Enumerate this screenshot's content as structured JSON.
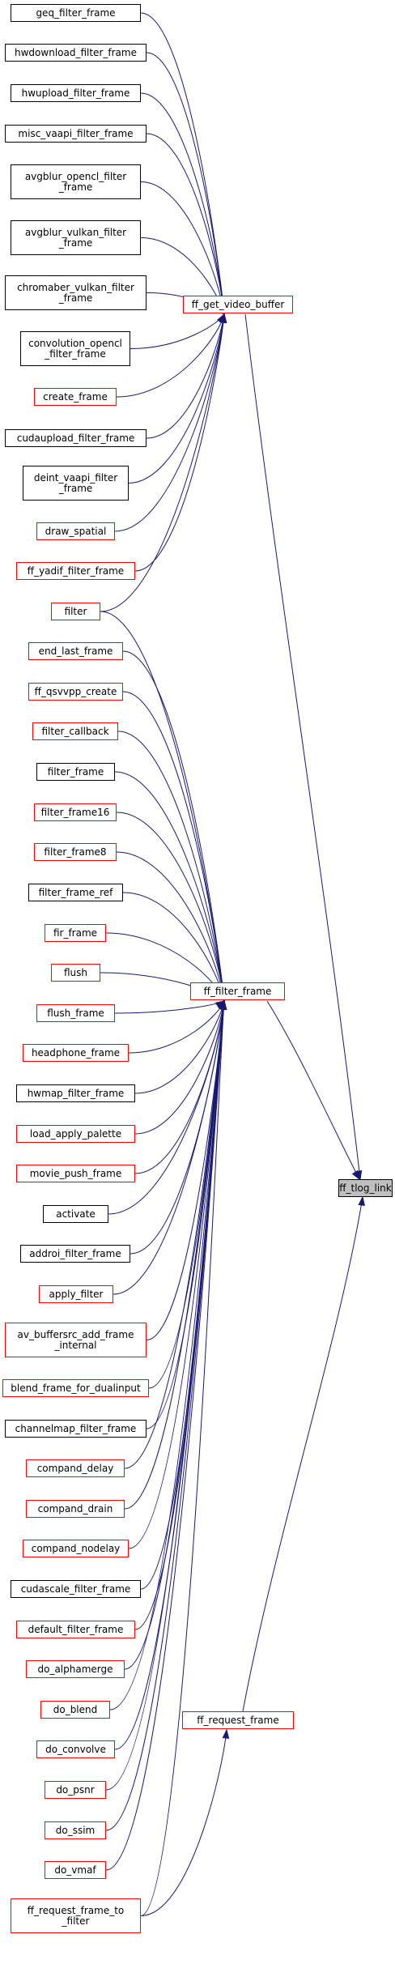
{
  "graph": {
    "edge_color": "#191970",
    "link_border_color": "#ff0000",
    "plain_border_color": "#000000",
    "focus_fill": "#bfbfbf",
    "focus": {
      "id": "tlog",
      "label": "ff_tlog_link"
    },
    "hubs": [
      {
        "id": "gvb",
        "label": "ff_get_video_buffer",
        "link": true
      },
      {
        "id": "fff",
        "label": "ff_filter_frame",
        "link": true
      },
      {
        "id": "rf",
        "label": "ff_request_frame",
        "link": true
      }
    ],
    "callers": [
      {
        "id": "c01",
        "lines": [
          "geq_filter_frame"
        ],
        "link": false,
        "calls": [
          "gvb"
        ]
      },
      {
        "id": "c02",
        "lines": [
          "hwdownload_filter_frame"
        ],
        "link": false,
        "calls": [
          "gvb"
        ]
      },
      {
        "id": "c03",
        "lines": [
          "hwupload_filter_frame"
        ],
        "link": false,
        "calls": [
          "gvb"
        ]
      },
      {
        "id": "c04",
        "lines": [
          "misc_vaapi_filter_frame"
        ],
        "link": false,
        "calls": [
          "gvb"
        ]
      },
      {
        "id": "c05",
        "lines": [
          "avgblur_opencl_filter",
          "_frame"
        ],
        "link": false,
        "calls": [
          "gvb"
        ]
      },
      {
        "id": "c06",
        "lines": [
          "avgblur_vulkan_filter",
          "_frame"
        ],
        "link": false,
        "calls": [
          "gvb"
        ]
      },
      {
        "id": "c07",
        "lines": [
          "chromaber_vulkan_filter",
          "_frame"
        ],
        "link": false,
        "calls": [
          "gvb"
        ]
      },
      {
        "id": "c08",
        "lines": [
          "convolution_opencl",
          "_filter_frame"
        ],
        "link": false,
        "calls": [
          "gvb"
        ]
      },
      {
        "id": "c09",
        "lines": [
          "create_frame"
        ],
        "link": true,
        "calls": [
          "gvb"
        ]
      },
      {
        "id": "c10",
        "lines": [
          "cudaupload_filter_frame"
        ],
        "link": false,
        "calls": [
          "gvb"
        ]
      },
      {
        "id": "c11",
        "lines": [
          "deint_vaapi_filter",
          "_frame"
        ],
        "link": false,
        "calls": [
          "gvb"
        ]
      },
      {
        "id": "c12",
        "lines": [
          "draw_spatial"
        ],
        "link": true,
        "calls": [
          "gvb"
        ]
      },
      {
        "id": "c13",
        "lines": [
          "ff_yadif_filter_frame"
        ],
        "link": true,
        "calls": [
          "gvb"
        ]
      },
      {
        "id": "c14",
        "lines": [
          "filter"
        ],
        "link": true,
        "calls": [
          "gvb",
          "fff"
        ]
      },
      {
        "id": "c15",
        "lines": [
          "end_last_frame"
        ],
        "link": true,
        "calls": [
          "fff"
        ]
      },
      {
        "id": "c16",
        "lines": [
          "ff_qsvvpp_create"
        ],
        "link": true,
        "calls": [
          "fff"
        ]
      },
      {
        "id": "c17",
        "lines": [
          "filter_callback"
        ],
        "link": true,
        "calls": [
          "fff"
        ]
      },
      {
        "id": "c18",
        "lines": [
          "filter_frame"
        ],
        "link": false,
        "calls": [
          "fff"
        ]
      },
      {
        "id": "c19",
        "lines": [
          "filter_frame16"
        ],
        "link": true,
        "calls": [
          "fff"
        ]
      },
      {
        "id": "c20",
        "lines": [
          "filter_frame8"
        ],
        "link": true,
        "calls": [
          "fff"
        ]
      },
      {
        "id": "c21",
        "lines": [
          "filter_frame_ref"
        ],
        "link": false,
        "calls": [
          "fff"
        ]
      },
      {
        "id": "c22",
        "lines": [
          "fir_frame"
        ],
        "link": true,
        "calls": [
          "fff"
        ]
      },
      {
        "id": "c23",
        "lines": [
          "flush"
        ],
        "link": true,
        "calls": [
          "fff"
        ]
      },
      {
        "id": "c24",
        "lines": [
          "flush_frame"
        ],
        "link": true,
        "calls": [
          "fff"
        ]
      },
      {
        "id": "c25",
        "lines": [
          "headphone_frame"
        ],
        "link": true,
        "calls": [
          "fff"
        ]
      },
      {
        "id": "c26",
        "lines": [
          "hwmap_filter_frame"
        ],
        "link": false,
        "calls": [
          "fff"
        ]
      },
      {
        "id": "c27",
        "lines": [
          "load_apply_palette"
        ],
        "link": true,
        "calls": [
          "fff"
        ]
      },
      {
        "id": "c28",
        "lines": [
          "movie_push_frame"
        ],
        "link": true,
        "calls": [
          "fff"
        ]
      },
      {
        "id": "c29",
        "lines": [
          "activate"
        ],
        "link": false,
        "calls": [
          "fff"
        ]
      },
      {
        "id": "c30",
        "lines": [
          "addroi_filter_frame"
        ],
        "link": false,
        "calls": [
          "fff"
        ]
      },
      {
        "id": "c31",
        "lines": [
          "apply_filter"
        ],
        "link": true,
        "calls": [
          "fff"
        ]
      },
      {
        "id": "c32",
        "lines": [
          "av_buffersrc_add_frame",
          "_internal"
        ],
        "link": true,
        "calls": [
          "fff"
        ]
      },
      {
        "id": "c33",
        "lines": [
          "blend_frame_for_dualinput"
        ],
        "link": true,
        "calls": [
          "fff"
        ]
      },
      {
        "id": "c34",
        "lines": [
          "channelmap_filter_frame"
        ],
        "link": false,
        "calls": [
          "fff"
        ]
      },
      {
        "id": "c35",
        "lines": [
          "compand_delay"
        ],
        "link": true,
        "calls": [
          "fff"
        ]
      },
      {
        "id": "c36",
        "lines": [
          "compand_drain"
        ],
        "link": true,
        "calls": [
          "fff"
        ]
      },
      {
        "id": "c37",
        "lines": [
          "compand_nodelay"
        ],
        "link": true,
        "calls": [
          "fff"
        ]
      },
      {
        "id": "c38",
        "lines": [
          "cudascale_filter_frame"
        ],
        "link": false,
        "calls": [
          "fff"
        ]
      },
      {
        "id": "c39",
        "lines": [
          "default_filter_frame"
        ],
        "link": true,
        "calls": [
          "fff"
        ]
      },
      {
        "id": "c40",
        "lines": [
          "do_alphamerge"
        ],
        "link": true,
        "calls": [
          "fff"
        ]
      },
      {
        "id": "c41",
        "lines": [
          "do_blend"
        ],
        "link": true,
        "calls": [
          "fff"
        ]
      },
      {
        "id": "c42",
        "lines": [
          "do_convolve"
        ],
        "link": true,
        "calls": [
          "fff"
        ]
      },
      {
        "id": "c43",
        "lines": [
          "do_psnr"
        ],
        "link": true,
        "calls": [
          "fff"
        ]
      },
      {
        "id": "c44",
        "lines": [
          "do_ssim"
        ],
        "link": true,
        "calls": [
          "fff"
        ]
      },
      {
        "id": "c45",
        "lines": [
          "do_vmaf"
        ],
        "link": true,
        "calls": [
          "fff"
        ]
      },
      {
        "id": "c46",
        "lines": [
          "ff_request_frame_to",
          "_filter"
        ],
        "link": true,
        "calls": [
          "fff",
          "rf"
        ]
      }
    ],
    "hub_edges": [
      {
        "from": "gvb",
        "to": "tlog"
      },
      {
        "from": "fff",
        "to": "tlog"
      },
      {
        "from": "rf",
        "to": "tlog"
      }
    ]
  }
}
